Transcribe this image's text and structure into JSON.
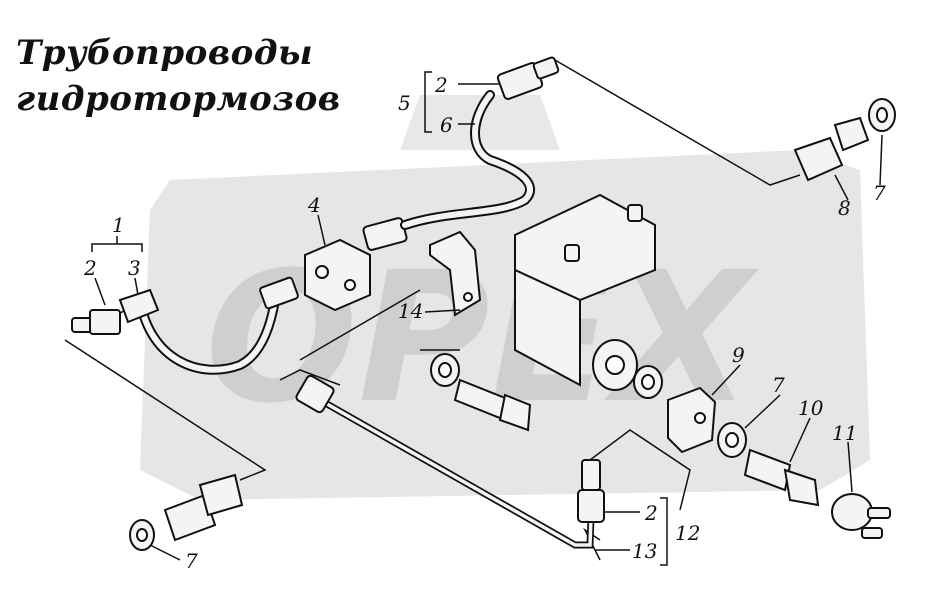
{
  "title": {
    "line1": "Трубопроводы",
    "line2": "гидротормозов"
  },
  "watermark": {
    "text": "OPEX",
    "color": "#c8c8c8"
  },
  "callouts": {
    "c1": "1",
    "c2a": "2",
    "c3": "3",
    "c4": "4",
    "c5": "5",
    "c2b": "2",
    "c6": "6",
    "c8": "8",
    "c7a": "7",
    "c9": "9",
    "c7b": "7",
    "c10": "10",
    "c11": "11",
    "c12": "12",
    "c2c": "2",
    "c13": "13",
    "c14": "14",
    "c7c": "7"
  }
}
